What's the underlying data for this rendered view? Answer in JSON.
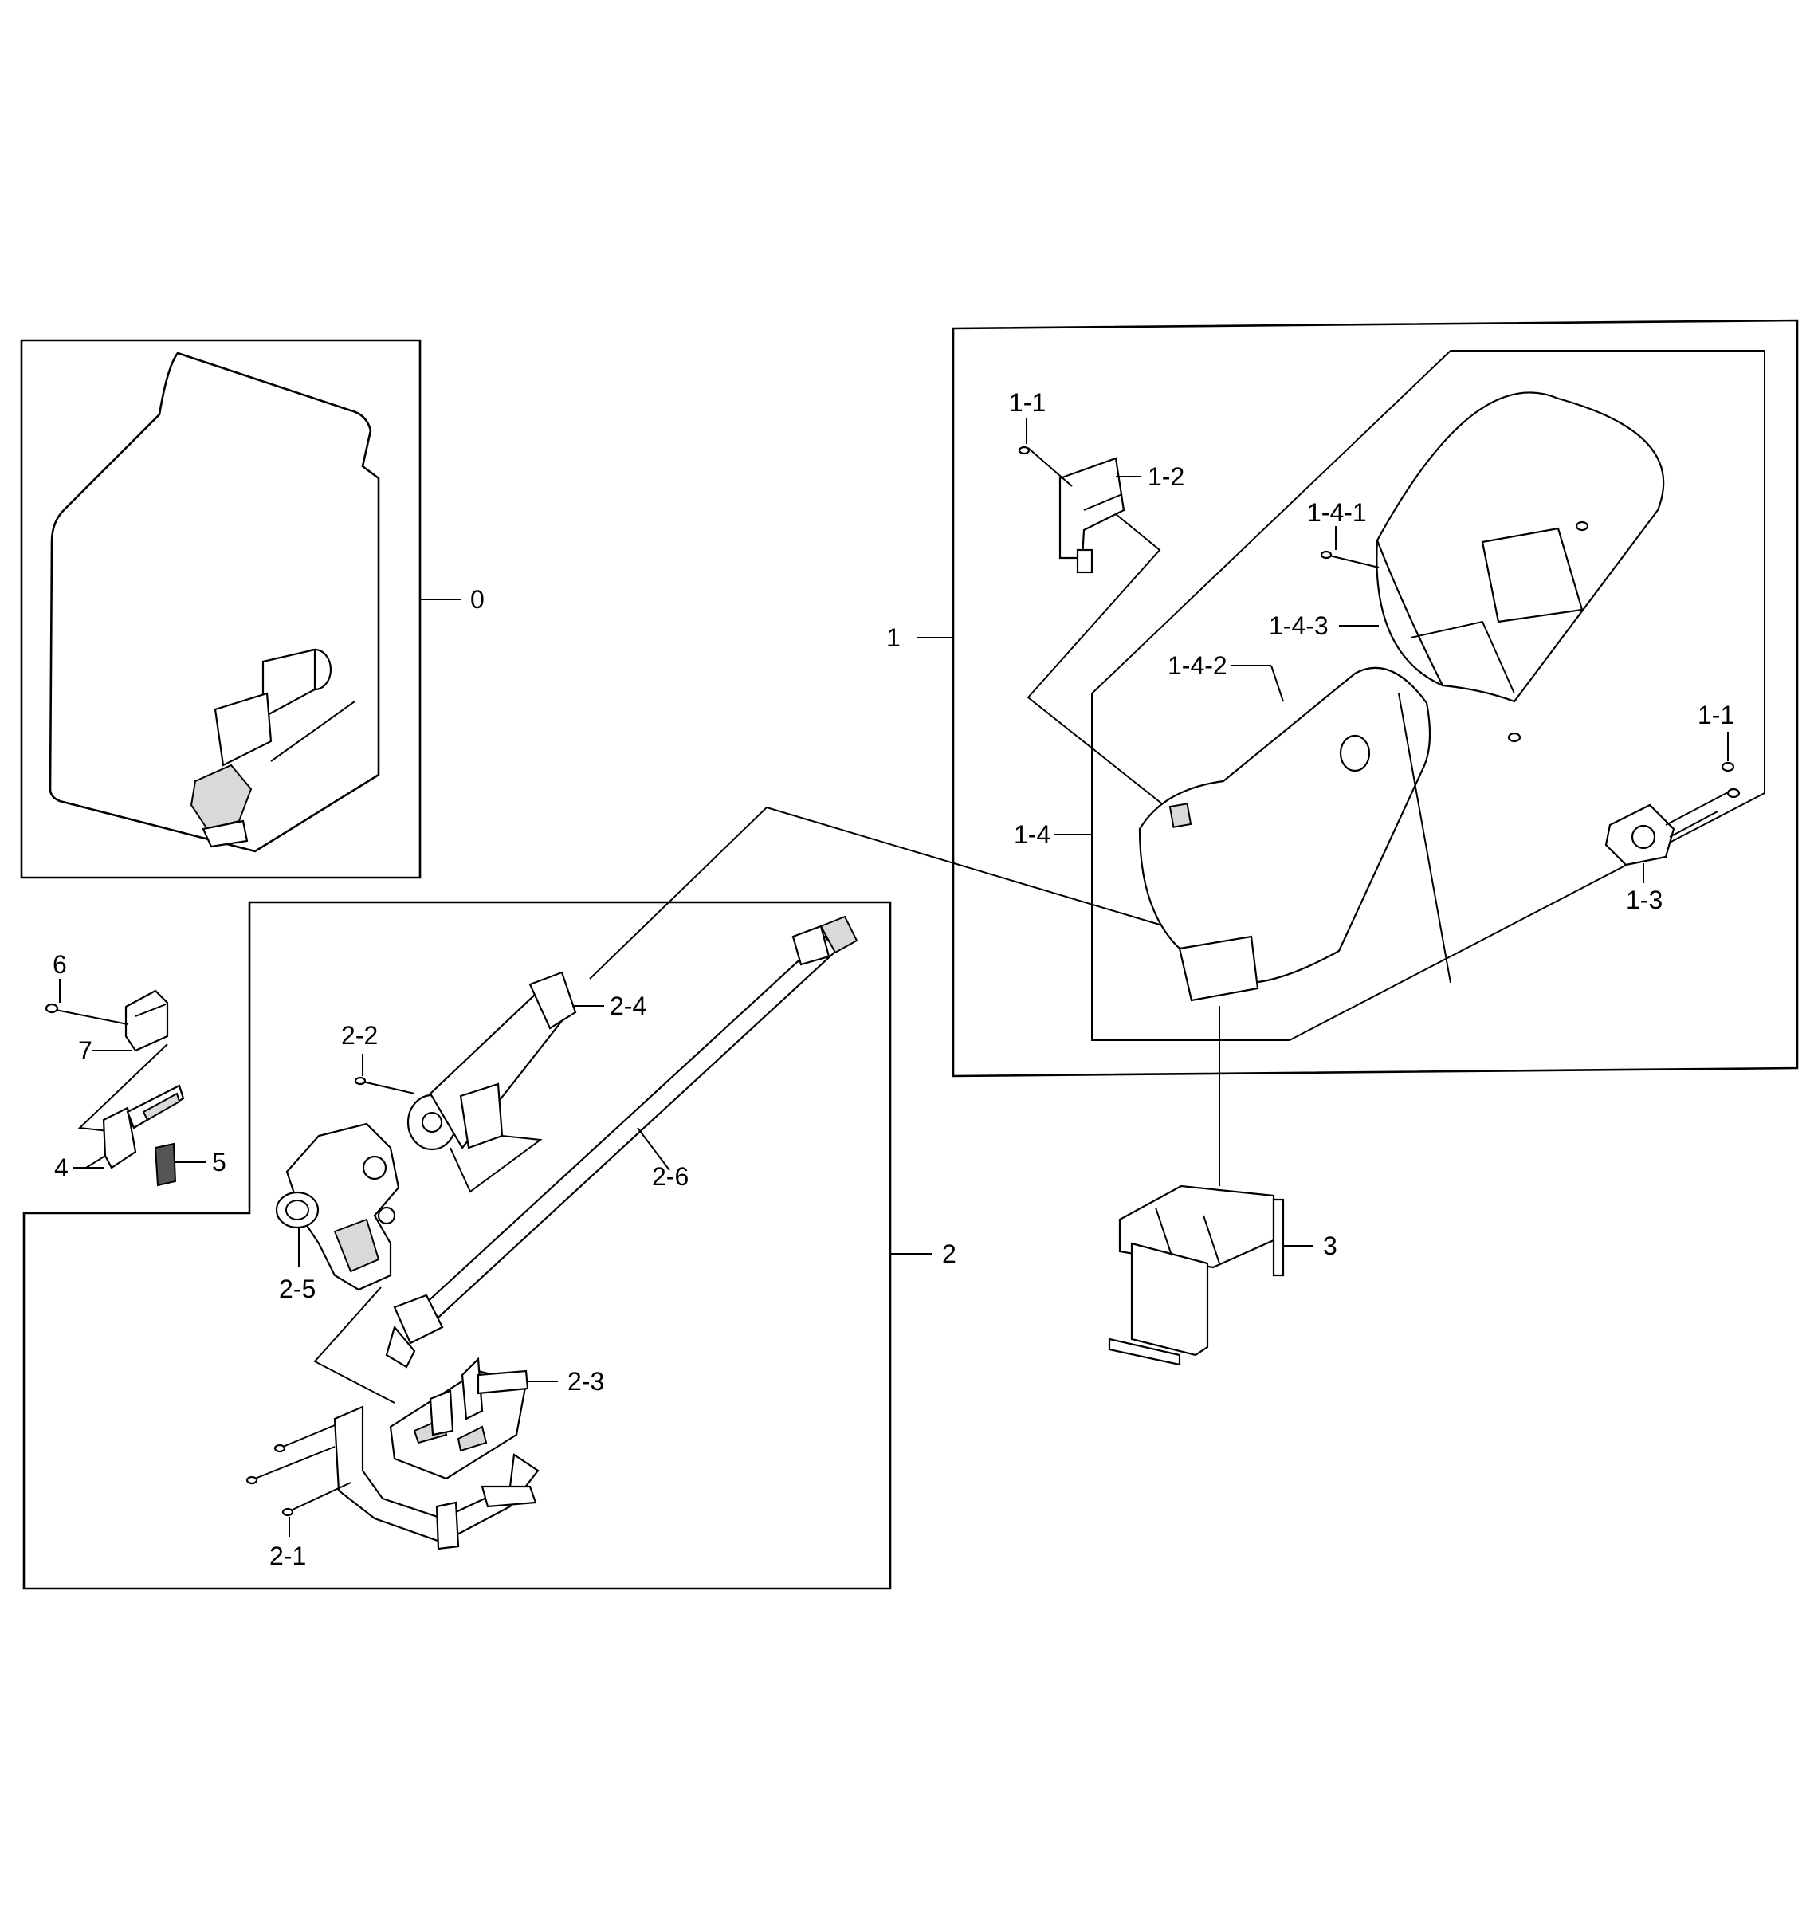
{
  "callouts": {
    "c0": "0",
    "c1": "1",
    "c1_1a": "1-1",
    "c1_1b": "1-1",
    "c1_2": "1-2",
    "c1_3": "1-3",
    "c1_4": "1-4",
    "c1_4_1": "1-4-1",
    "c1_4_2": "1-4-2",
    "c1_4_3": "1-4-3",
    "c2": "2",
    "c2_1": "2-1",
    "c2_2": "2-2",
    "c2_3": "2-3",
    "c2_4": "2-4",
    "c2_5": "2-5",
    "c2_6": "2-6",
    "c3": "3",
    "c4": "4",
    "c5": "5",
    "c6": "6",
    "c7": "7"
  }
}
